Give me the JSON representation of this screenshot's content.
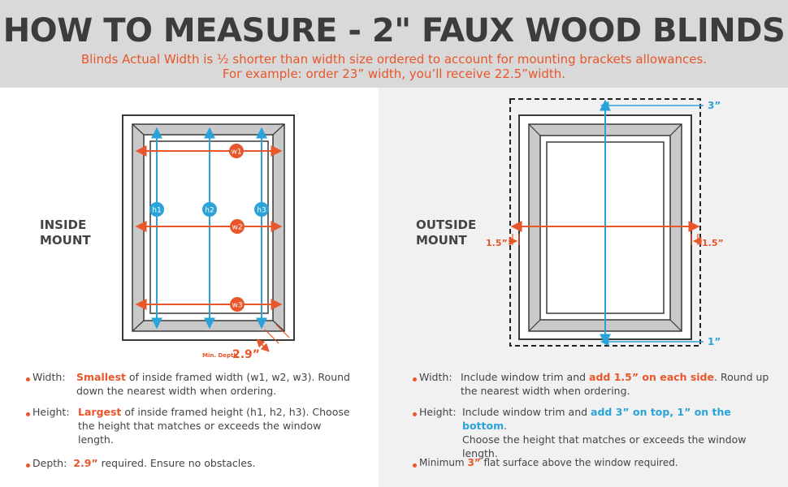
{
  "header": {
    "title": "HOW TO MEASURE - 2\" FAUX WOOD BLINDS",
    "subtitle_line1": "Blinds Actual Width is ½ shorter than width size ordered to account for mounting brackets allowances.",
    "subtitle_line2": "For example: order 23” width, you’ll receive 22.5”width."
  },
  "inside": {
    "label_line1": "INSIDE",
    "label_line2": "MOUNT",
    "markers": {
      "w1": "w1",
      "w2": "w2",
      "w3": "w3",
      "h1": "h1",
      "h2": "h2",
      "h3": "h3"
    },
    "depth_caption": "Min. Depth",
    "depth_value": "2.9”",
    "width": {
      "label": "Width:",
      "hl": "Smallest",
      "rest": " of inside framed width (w1, w2, w3). Round",
      "line2": "down the nearest width when ordering."
    },
    "height": {
      "label": "Height:",
      "hl": "Largest",
      "rest": " of inside framed height (h1, h2, h3). Choose",
      "line2": "the height that matches or exceeds the window",
      "line3": "length."
    },
    "depth": {
      "label": "Depth:",
      "hl": "2.9”",
      "rest": " required. Ensure no obstacles."
    }
  },
  "outside": {
    "label_line1": "OUTSIDE",
    "label_line2": "MOUNT",
    "dim_top": "3”",
    "dim_left": "1.5”",
    "dim_right": "1.5”",
    "dim_bottom": "1”",
    "width": {
      "label": "Width:",
      "pre": "Include window trim and ",
      "hl": "add 1.5” on each side",
      "rest": ". Round up",
      "line2": "the nearest width when ordering."
    },
    "height": {
      "label": "Height:",
      "pre": "Include window trim and ",
      "hl": "add 3” on top, 1” on the bottom",
      "rest": ".",
      "line2": "Choose the height that matches or exceeds the window",
      "line3": "length."
    },
    "minimum": {
      "pre": "Minimum ",
      "hl": "3”",
      "rest": " flat surface above the window required."
    }
  },
  "colors": {
    "orange": "#e8562a",
    "blue": "#2aa3d9",
    "header_bg": "#d9d9d9",
    "right_bg": "#f1f1f1",
    "frame": "#3a3a3a",
    "trim": "#c9c9c9"
  }
}
